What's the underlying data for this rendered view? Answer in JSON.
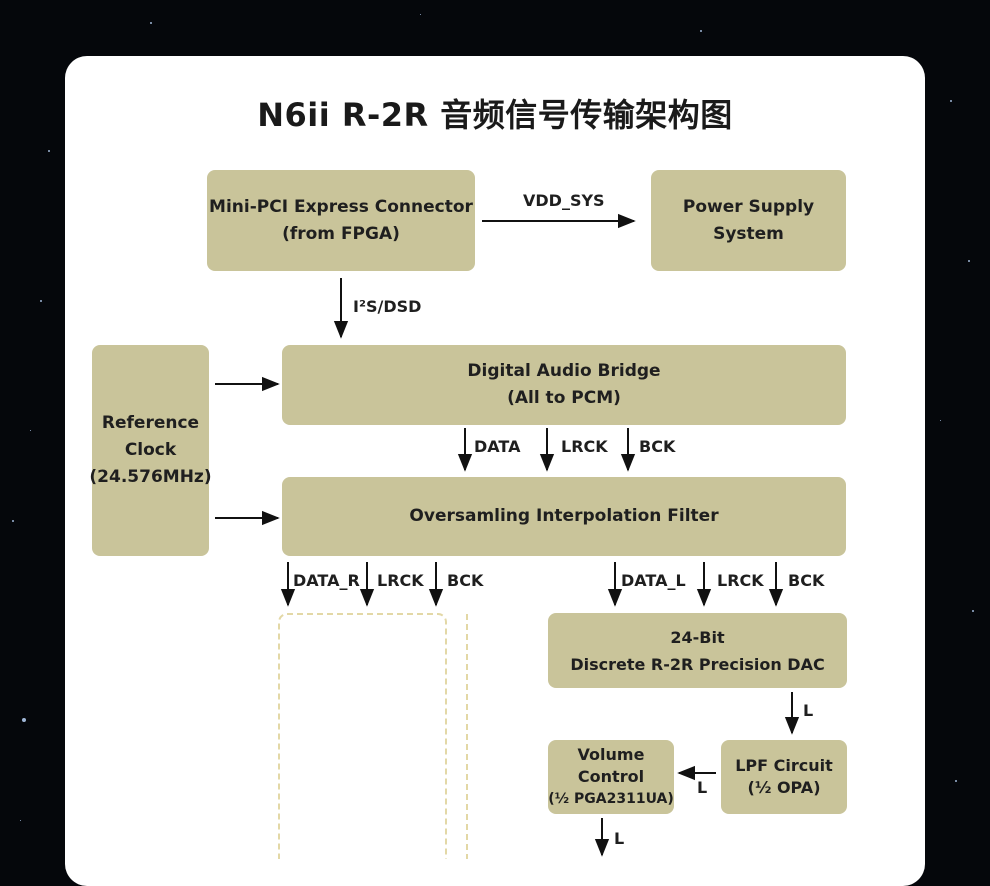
{
  "title": "N6ii R-2R 音频信号传输架构图",
  "blocks": {
    "connector": {
      "line1": "Mini-PCI Express Connector",
      "line2": "(from FPGA)"
    },
    "power": {
      "line1": "Power Supply",
      "line2": "System"
    },
    "clock": {
      "line1": "Reference",
      "line2": "Clock",
      "line3": "(24.576MHz)"
    },
    "bridge": {
      "line1": "Digital Audio Bridge",
      "line2": "(All to PCM)"
    },
    "filter": {
      "line1": "Oversamling Interpolation Filter"
    },
    "dac": {
      "line1": "24-Bit",
      "line2": "Discrete R-2R Precision DAC"
    },
    "lpf": {
      "line1": "LPF Circuit",
      "line2": "(½ OPA)"
    },
    "volume": {
      "line1": "Volume",
      "line2": "Control",
      "line3": "(½ PGA2311UA)"
    }
  },
  "signals": {
    "vdd_sys": "VDD_SYS",
    "i2s_dsd": "I²S/DSD",
    "data": "DATA",
    "lrck": "LRCK",
    "bck": "BCK",
    "data_r": "DATA_R",
    "data_l": "DATA_L",
    "l": "L"
  },
  "colors": {
    "block": "#c9c49a",
    "dashed": "#e3d8a6",
    "background": "#05070b",
    "card": "#ffffff"
  }
}
